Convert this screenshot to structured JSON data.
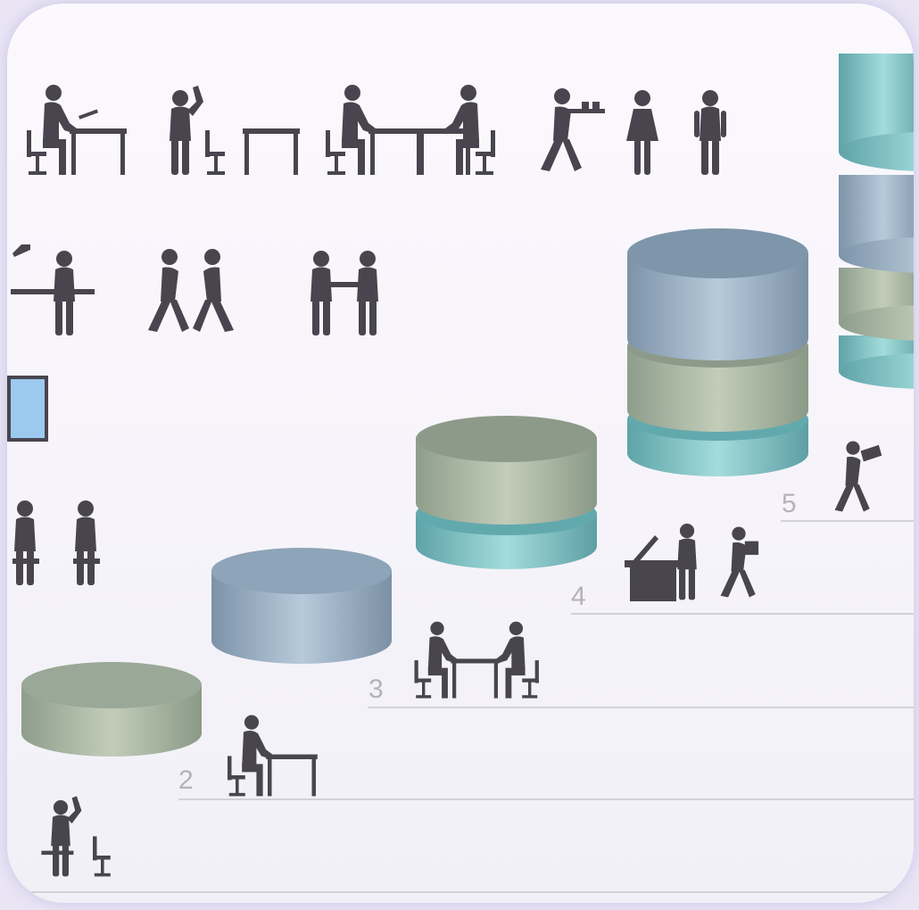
{
  "steps": [
    {
      "label": "2"
    },
    {
      "label": "3"
    },
    {
      "label": "4"
    },
    {
      "label": "5"
    }
  ],
  "colors": {
    "figure": "#48454f",
    "gray_green_disc": "#a5b39f",
    "blue_gray_disc": "#9fb4c6",
    "teal_disc": "#84c4c7",
    "baseline": "#d3d1d8",
    "step_number": "#b4b2b8",
    "monitor": "#9cc9ee"
  },
  "icons": [
    "person-at-desk-icon",
    "person-on-phone-icon",
    "meeting-icon",
    "waiter-icon",
    "woman-icon",
    "man-icon",
    "presenter-icon",
    "greeting-icon",
    "handshake-icon",
    "seated-people-icon",
    "copier-icon",
    "courier-icon",
    "database-stack-icon"
  ]
}
